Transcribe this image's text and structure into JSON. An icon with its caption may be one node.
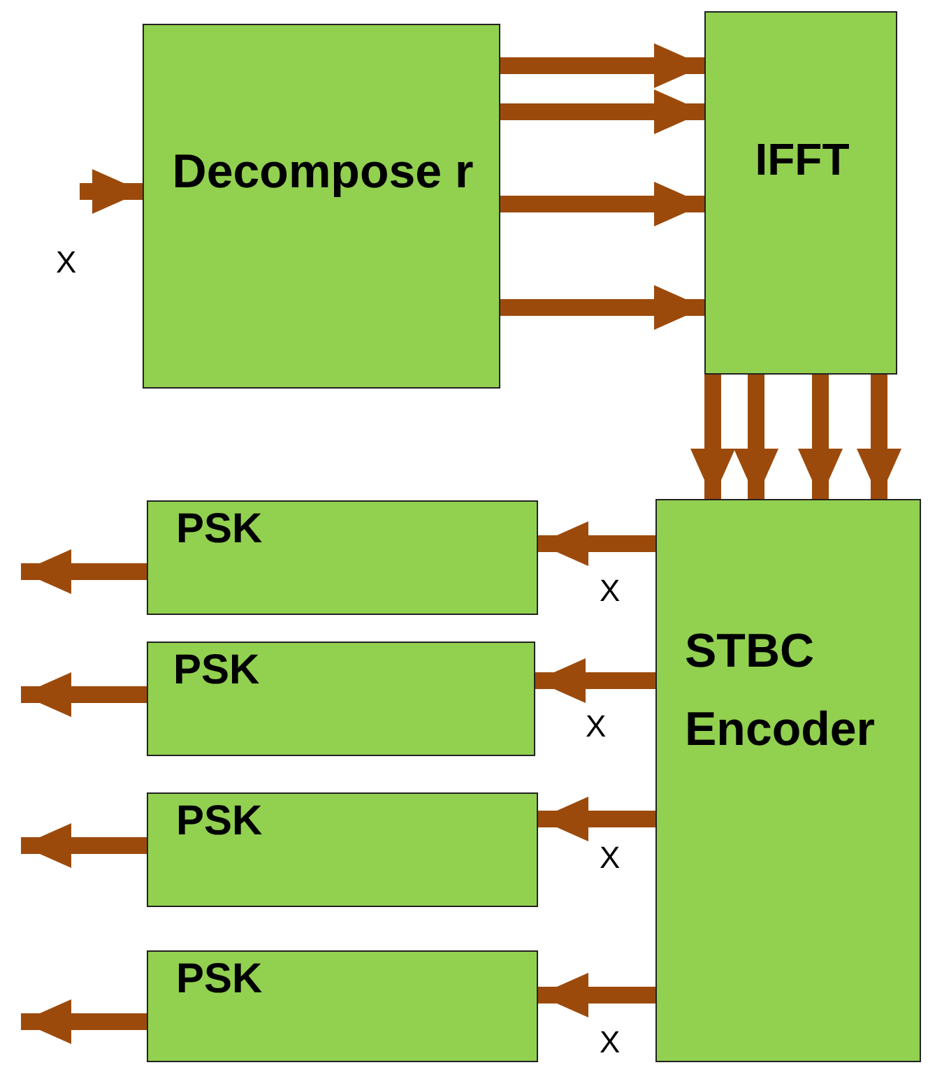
{
  "diagram": {
    "nodes": [
      {
        "text": [
          "Decompose r"
        ]
      },
      {
        "text": [
          "IFFT"
        ]
      },
      {
        "text": [
          "STBC Encoder"
        ]
      },
      {
        "text": [
          "PSK"
        ]
      },
      {
        "text": [
          "PSK"
        ]
      },
      {
        "text": [
          "PSK"
        ]
      },
      {
        "text": [
          "PSK"
        ]
      }
    ],
    "edges": [
      {
        "from": null,
        "to": 0,
        "arrow": "to",
        "label": "X"
      },
      {
        "from": 0,
        "to": 1,
        "arrow": "to"
      },
      {
        "from": 0,
        "to": 1,
        "arrow": "to"
      },
      {
        "from": 0,
        "to": 1,
        "arrow": "to"
      },
      {
        "from": 0,
        "to": 1,
        "arrow": "to"
      },
      {
        "from": 1,
        "to": 2,
        "arrow": "to"
      },
      {
        "from": 1,
        "to": 2,
        "arrow": "to"
      },
      {
        "from": 1,
        "to": 2,
        "arrow": "to"
      },
      {
        "from": 1,
        "to": 2,
        "arrow": "to"
      },
      {
        "from": 2,
        "to": 3,
        "arrow": "to",
        "label": "X"
      },
      {
        "from": 2,
        "to": 4,
        "arrow": "to",
        "label": "X"
      },
      {
        "from": 2,
        "to": 5,
        "arrow": "to",
        "label": "X"
      },
      {
        "from": 2,
        "to": 6,
        "arrow": "to",
        "label": "X"
      },
      {
        "from": 3,
        "to": null,
        "arrow": "to"
      },
      {
        "from": 4,
        "to": null,
        "arrow": "to"
      },
      {
        "from": 5,
        "to": null,
        "arrow": "to"
      },
      {
        "from": 6,
        "to": null,
        "arrow": "to"
      }
    ]
  }
}
